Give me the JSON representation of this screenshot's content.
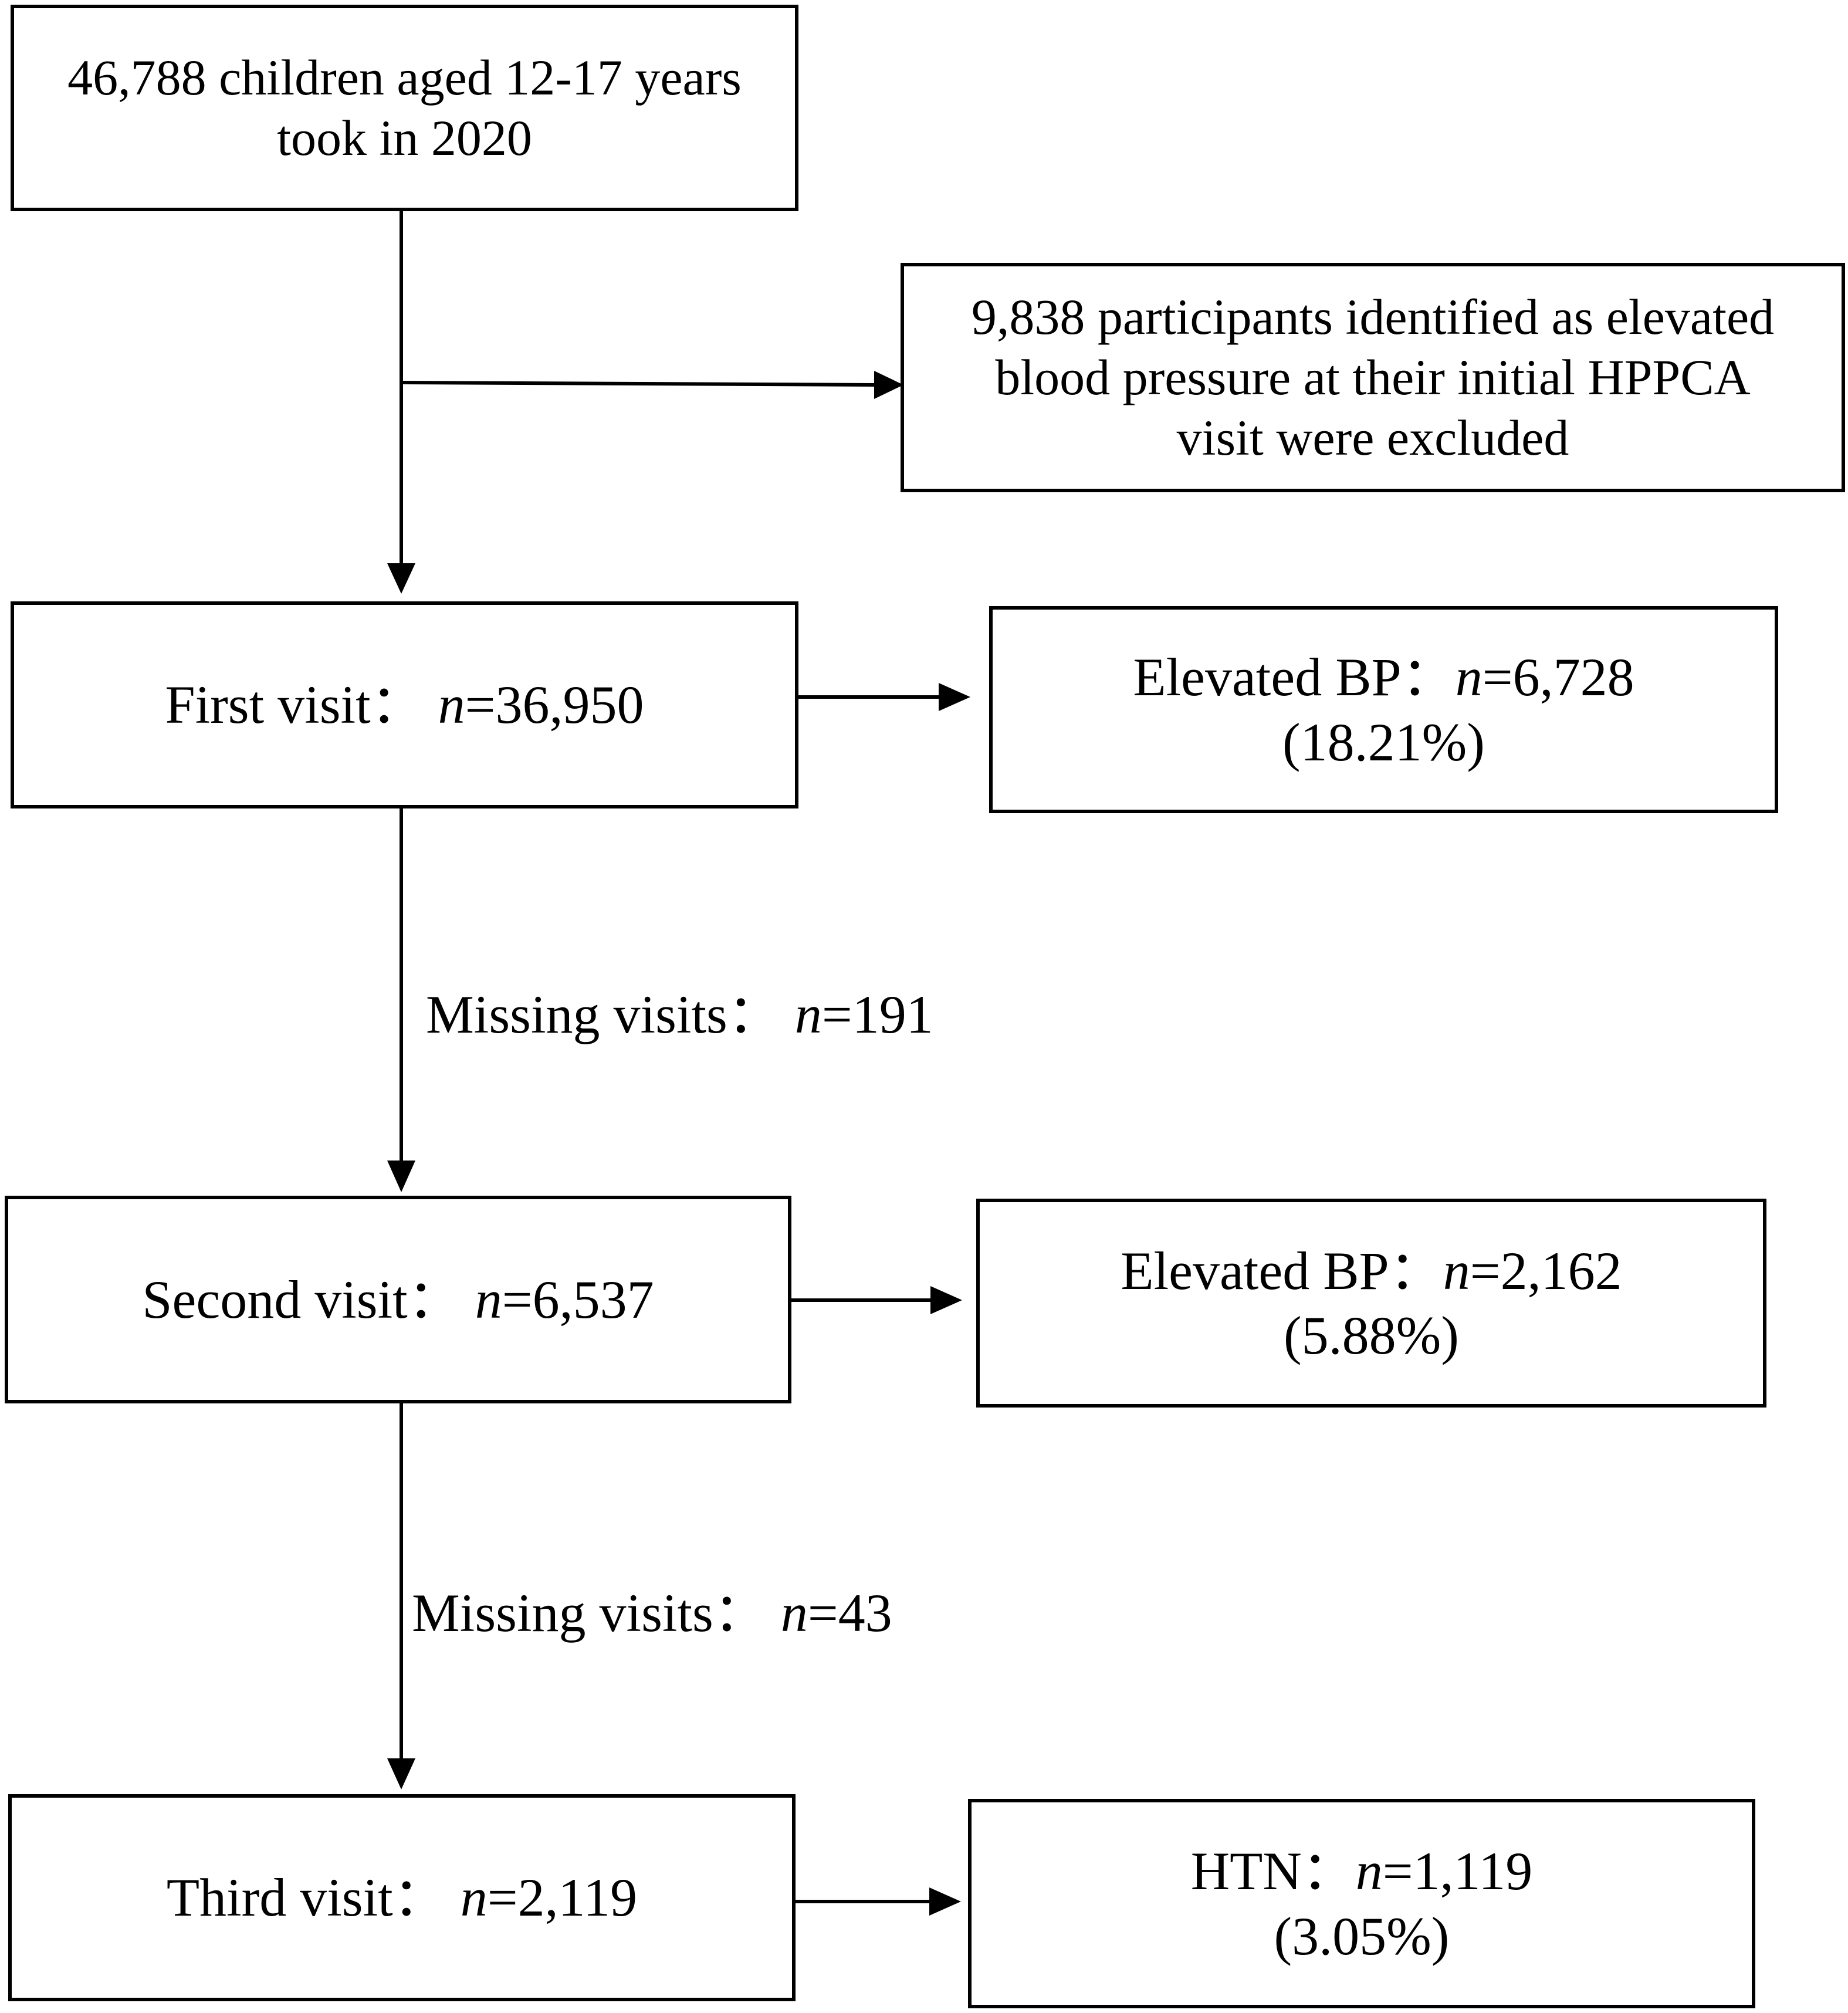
{
  "flowchart": {
    "top": {
      "line1": "46,788 children aged 12-17 years",
      "line2": "took in 2020"
    },
    "excluded": {
      "line1": "9,838 participants identified as elevated",
      "line2": "blood pressure at their initial HPPCA",
      "line3": "visit were excluded"
    },
    "first_visit": {
      "label": "First visit：",
      "var": "n",
      "value": "=36,950"
    },
    "first_outcome": {
      "label": "Elevated BP：",
      "var": "n",
      "value": "=6,728",
      "pct": "(18.21%)"
    },
    "missing1": {
      "label": "Missing visits：",
      "var": "n",
      "value": "=191"
    },
    "second_visit": {
      "label": "Second visit：",
      "var": "n",
      "value": "=6,537"
    },
    "second_outcome": {
      "label": "Elevated BP：",
      "var": "n",
      "value": "=2,162",
      "pct": "(5.88%)"
    },
    "missing2": {
      "label": "Missing visits：",
      "var": "n",
      "value": "=43"
    },
    "third_visit": {
      "label": "Third visit：",
      "var": "n",
      "value": "=2,119"
    },
    "third_outcome": {
      "label": "HTN：",
      "var": "n",
      "value": "=1,119",
      "pct": "(3.05%)"
    }
  }
}
